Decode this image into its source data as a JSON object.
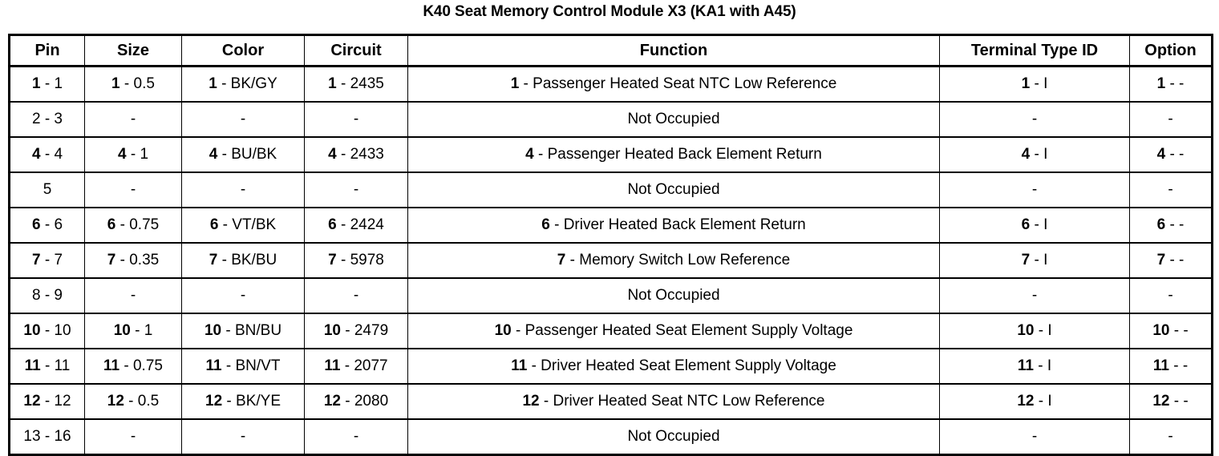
{
  "title": "K40 Seat Memory Control Module X3 (KA1 with A45)",
  "table": {
    "headers": [
      "Pin",
      "Size",
      "Color",
      "Circuit",
      "Function",
      "Terminal Type ID",
      "Option"
    ],
    "empty_marker": "-",
    "not_occupied_label": "Not Occupied",
    "rows": [
      {
        "occupied": true,
        "pin_index": "1",
        "pin": "1 - 1",
        "size": "1 - 0.5",
        "color": "1 - BK/GY",
        "circuit": "1 - 2435",
        "function": "1 - Passenger Heated Seat NTC Low Reference",
        "terminal_type_id": "1 - I",
        "option": "1 - -"
      },
      {
        "occupied": false,
        "pin_index": "2",
        "pin": "2 - 3",
        "size": "-",
        "color": "-",
        "circuit": "-",
        "function": "Not Occupied",
        "terminal_type_id": "-",
        "option": "-"
      },
      {
        "occupied": true,
        "pin_index": "4",
        "pin": "4 - 4",
        "size": "4 - 1",
        "color": "4 - BU/BK",
        "circuit": "4 - 2433",
        "function": "4 - Passenger Heated Back Element Return",
        "terminal_type_id": "4 - I",
        "option": "4 - -"
      },
      {
        "occupied": false,
        "pin_index": "5",
        "pin": "5",
        "size": "-",
        "color": "-",
        "circuit": "-",
        "function": "Not Occupied",
        "terminal_type_id": "-",
        "option": "-"
      },
      {
        "occupied": true,
        "pin_index": "6",
        "pin": "6 - 6",
        "size": "6 - 0.75",
        "color": "6 - VT/BK",
        "circuit": "6 - 2424",
        "function": "6 - Driver Heated Back Element Return",
        "terminal_type_id": "6 - I",
        "option": "6 - -"
      },
      {
        "occupied": true,
        "pin_index": "7",
        "pin": "7 - 7",
        "size": "7 - 0.35",
        "color": "7 - BK/BU",
        "circuit": "7 - 5978",
        "function": "7 - Memory Switch Low Reference",
        "terminal_type_id": "7 - I",
        "option": "7 - -"
      },
      {
        "occupied": false,
        "pin_index": "8",
        "pin": "8 - 9",
        "size": "-",
        "color": "-",
        "circuit": "-",
        "function": "Not Occupied",
        "terminal_type_id": "-",
        "option": "-"
      },
      {
        "occupied": true,
        "pin_index": "10",
        "pin": "10 - 10",
        "size": "10 - 1",
        "color": "10 - BN/BU",
        "circuit": "10 - 2479",
        "function": "10 - Passenger Heated Seat Element Supply Voltage",
        "terminal_type_id": "10 - I",
        "option": "10 - -"
      },
      {
        "occupied": true,
        "pin_index": "11",
        "pin": "11 - 11",
        "size": "11 - 0.75",
        "color": "11 - BN/VT",
        "circuit": "11 - 2077",
        "function": "11 - Driver Heated Seat Element Supply Voltage",
        "terminal_type_id": "11 - I",
        "option": "11 - -"
      },
      {
        "occupied": true,
        "pin_index": "12",
        "pin": "12 - 12",
        "size": "12 - 0.5",
        "color": "12 - BK/YE",
        "circuit": "12 - 2080",
        "function": "12 - Driver Heated Seat NTC Low Reference",
        "terminal_type_id": "12 - I",
        "option": "12 - -"
      },
      {
        "occupied": false,
        "pin_index": "13",
        "pin": "13 - 16",
        "size": "-",
        "color": "-",
        "circuit": "-",
        "function": "Not Occupied",
        "terminal_type_id": "-",
        "option": "-"
      }
    ]
  }
}
